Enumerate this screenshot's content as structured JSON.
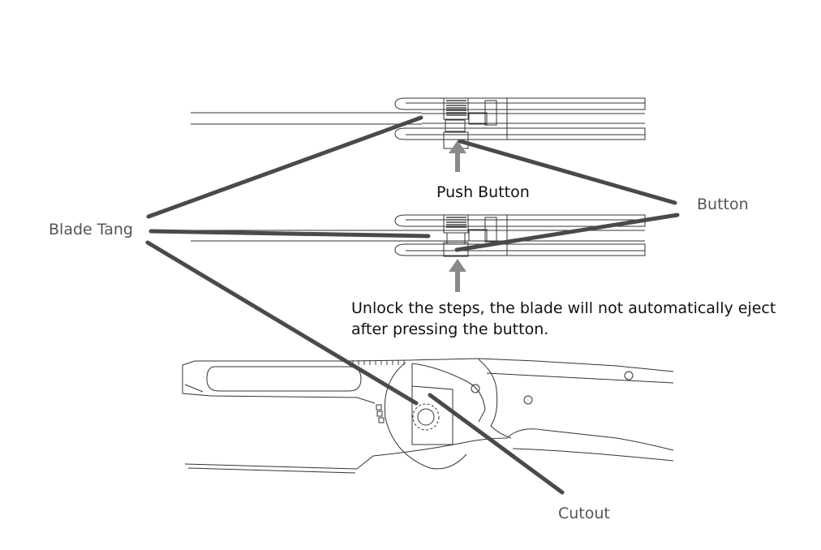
{
  "labels": {
    "blade_tang": "Blade Tang",
    "button": "Button",
    "push_button": "Push Button",
    "note_line1": "Unlock the steps, the blade will not automatically eject",
    "note_line2": "after pressing the button.",
    "cutout": "Cutout"
  },
  "colors": {
    "leader": "#4a4a4a",
    "arrow": "#8a8a8a",
    "line_art": "#333333"
  }
}
